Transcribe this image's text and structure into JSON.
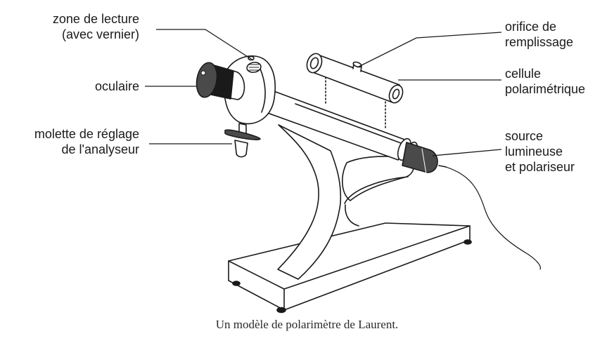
{
  "labels": {
    "zone_lecture": [
      "zone de lecture",
      "(avec vernier)"
    ],
    "oculaire": [
      "oculaire"
    ],
    "molette": [
      "molette de réglage",
      "de l'analyseur"
    ],
    "orifice": [
      "orifice de",
      "remplissage"
    ],
    "cellule": [
      "cellule",
      "polarimétrique"
    ],
    "source": [
      "source",
      "lumineuse",
      "et polariseur"
    ]
  },
  "caption": "Un modèle de polarimètre de Laurent.",
  "colors": {
    "stroke": "#1a1a1a",
    "dark_part": "#4a4a4a",
    "background": "#ffffff"
  }
}
